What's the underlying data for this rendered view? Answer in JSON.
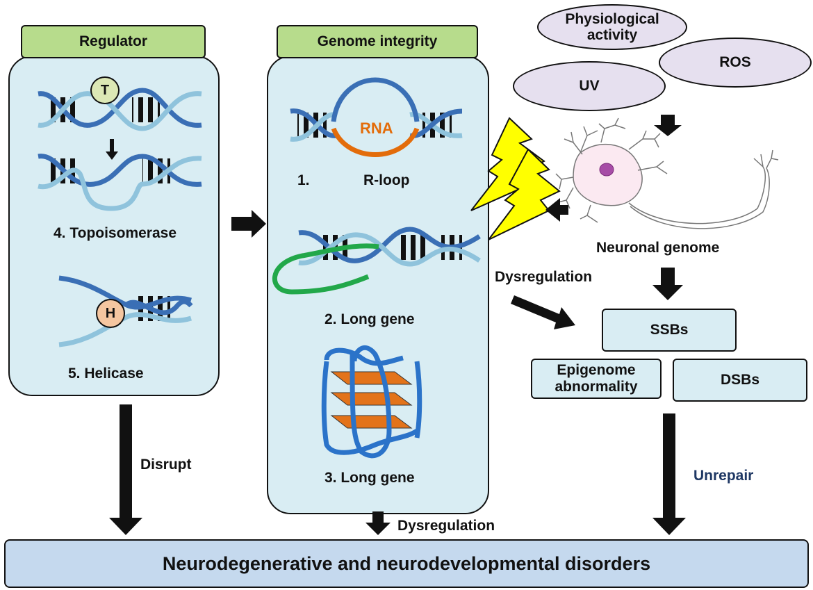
{
  "regulator": {
    "title": "Regulator",
    "topoisomerase_label": "4. Topoisomerase",
    "helicase_label": "5. Helicase",
    "topo_badge": "T",
    "helicase_badge": "H"
  },
  "genome": {
    "title": "Genome integrity",
    "rloop_number": "1.",
    "rloop_label": "R-loop",
    "rna_label": "RNA",
    "long_gene_2": "2. Long gene",
    "long_gene_3": "3. Long gene"
  },
  "stressors": {
    "physiological": "Physiological activity",
    "ros": "ROS",
    "uv": "UV"
  },
  "neuron": {
    "label": "Neuronal genome"
  },
  "damage": {
    "ssbs": "SSBs",
    "epigenome": "Epigenome abnormality",
    "dsbs": "DSBs"
  },
  "arrows": {
    "disrupt": "Disrupt",
    "dysregulation_right": "Dysregulation",
    "dysregulation_bottom": "Dysregulation",
    "unrepair": "Unrepair"
  },
  "outcome": {
    "label": "Neurodegenerative and neurodevelopmental disorders"
  },
  "colors": {
    "jar_fill": "#d9edf3",
    "header_fill": "#b7dc8c",
    "dna_dark": "#3a6fb5",
    "dna_light": "#8fc3dc",
    "rna": "#e36c0a",
    "long_gene_strand": "#22a84a",
    "g_quad_plate": "#e3731a",
    "lightning": "#ffff00",
    "oval_fill": "#e6e0ef",
    "outcome_fill": "#c5d9ee",
    "unrepair_text": "#1f3864"
  }
}
